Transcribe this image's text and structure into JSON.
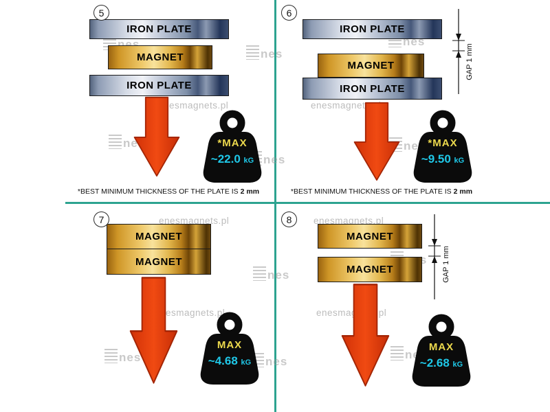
{
  "watermark_text": "enesmagnets.pl",
  "watermark_logo": "nes",
  "colors": {
    "divider": "#2da390",
    "arrow": "#e8400f",
    "max_label": "#ecd94d",
    "weight_value": "#1fc8e8",
    "iron_plate": "#9fadc2",
    "magnet": "#e2b64c"
  },
  "quadrants": {
    "q5": {
      "number": "5",
      "bar_top": "IRON PLATE",
      "bar_mid": "MAGNET",
      "bar_bottom": "IRON PLATE",
      "max_label": "*MAX",
      "weight_value": "~22.0",
      "weight_unit": "kG",
      "footnote_text": "*BEST MINIMUM THICKNESS OF THE PLATE IS",
      "footnote_bold": "2 mm"
    },
    "q6": {
      "number": "6",
      "bar_top": "IRON PLATE",
      "bar_mid": "MAGNET",
      "bar_bottom": "IRON PLATE",
      "gap_label": "GAP 1 mm",
      "max_label": "*MAX",
      "weight_value": "~9.50",
      "weight_unit": "kG",
      "footnote_text": "*BEST MINIMUM THICKNESS OF THE PLATE IS",
      "footnote_bold": "2 mm"
    },
    "q7": {
      "number": "7",
      "bar_top": "MAGNET",
      "bar_bottom": "MAGNET",
      "max_label": "MAX",
      "weight_value": "~4.68",
      "weight_unit": "kG"
    },
    "q8": {
      "number": "8",
      "bar_top": "MAGNET",
      "bar_bottom": "MAGNET",
      "gap_label": "GAP 1 mm",
      "max_label": "MAX",
      "weight_value": "~2.68",
      "weight_unit": "kG"
    }
  }
}
